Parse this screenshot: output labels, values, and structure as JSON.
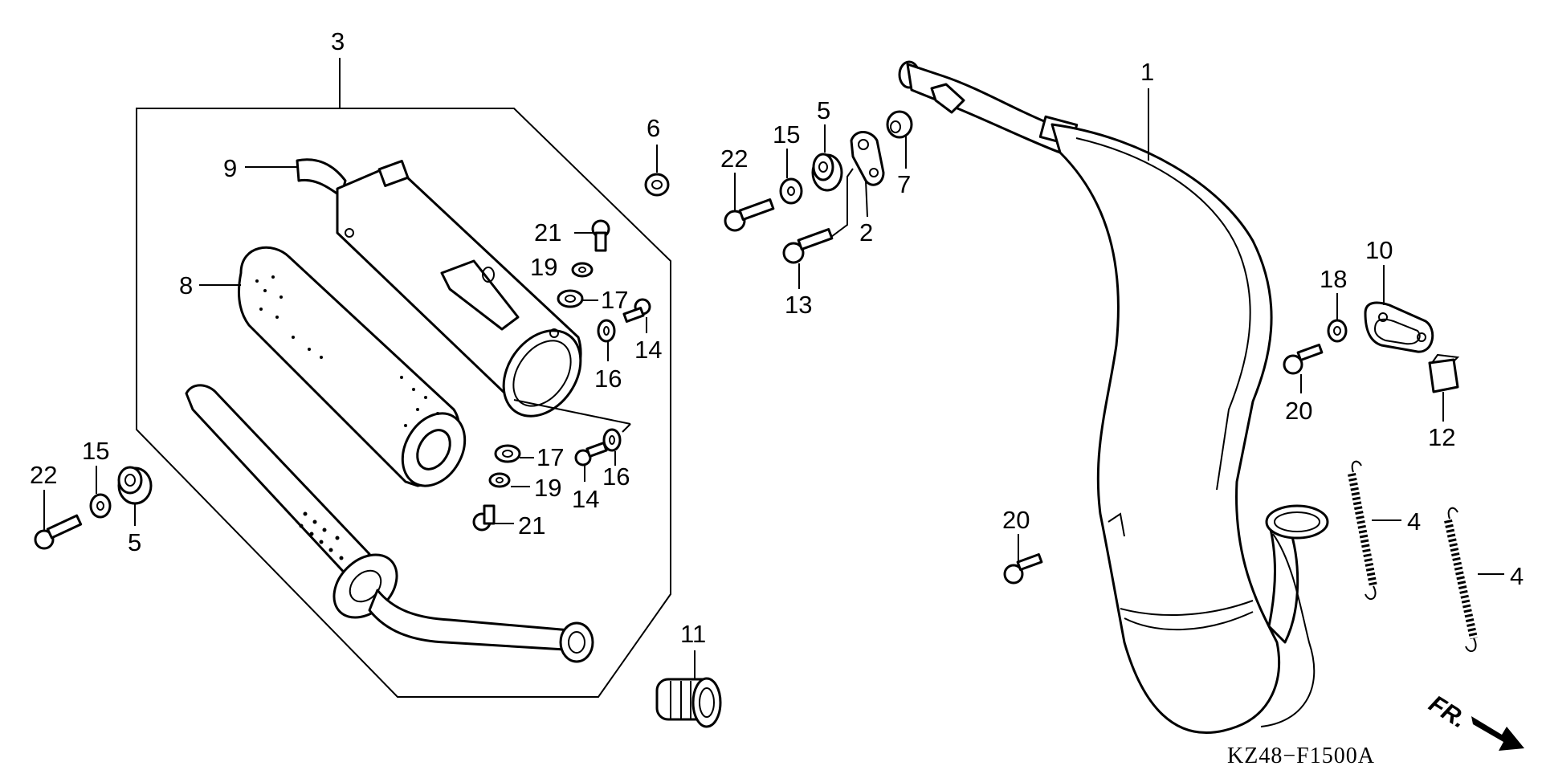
{
  "diagram_code": "KZ48−F1500A",
  "direction_label": "FR.",
  "callouts": {
    "c1": "1",
    "c2": "2",
    "c3": "3",
    "c4a": "4",
    "c4b": "4",
    "c5a": "5",
    "c5b": "5",
    "c6": "6",
    "c7": "7",
    "c8": "8",
    "c9": "9",
    "c10": "10",
    "c11": "11",
    "c12": "12",
    "c13": "13",
    "c14a": "14",
    "c14b": "14",
    "c15a": "15",
    "c15b": "15",
    "c16a": "16",
    "c16b": "16",
    "c17a": "17",
    "c17b": "17",
    "c18": "18",
    "c19a": "19",
    "c19b": "19",
    "c20a": "20",
    "c20b": "20",
    "c21a": "21",
    "c21b": "21",
    "c22a": "22",
    "c22b": "22"
  }
}
